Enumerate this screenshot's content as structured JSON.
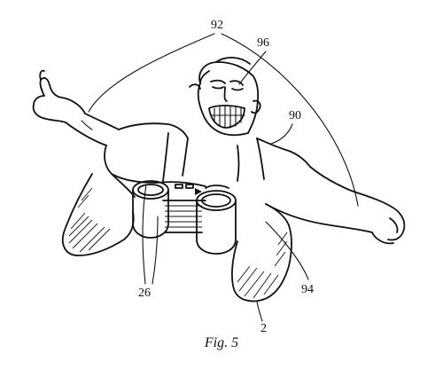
{
  "figure": {
    "caption": "Fig. 5",
    "reference_numerals": {
      "r92": "92",
      "r96": "96",
      "r90": "90",
      "r26": "26",
      "r94": "94",
      "r2": "2"
    }
  }
}
